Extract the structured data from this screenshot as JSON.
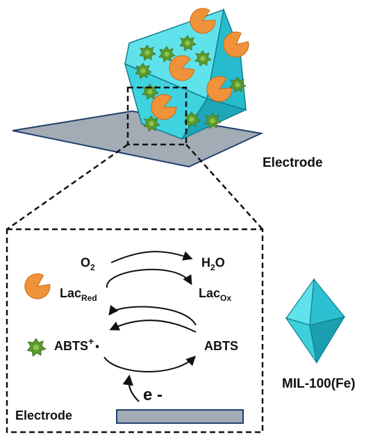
{
  "top": {
    "electrode_label": "Electrode"
  },
  "inset": {
    "o2": {
      "base": "O",
      "sub": "2"
    },
    "h2o": {
      "base": "H",
      "sub": "2",
      "tail": "O"
    },
    "lac_red": {
      "base": "Lac",
      "sub": "Red"
    },
    "lac_ox": {
      "base": "Lac",
      "sub": "Ox"
    },
    "abts_radical": {
      "base": "ABTS",
      "sup": "+",
      "dot": "•"
    },
    "abts": "ABTS",
    "electron": "e -",
    "electrode_label": "Electrode"
  },
  "legend": {
    "mof_label": "MIL-100(Fe)"
  },
  "colors": {
    "crystal_light": "#5fe3ee",
    "crystal_mid": "#2fc6d6",
    "crystal_dark": "#1a9fb0",
    "electrode_fill": "#a3abb4",
    "electrode_stroke": "#1f3f6e",
    "laccase": "#f0923a",
    "abts_star": "#5b9a2e"
  }
}
